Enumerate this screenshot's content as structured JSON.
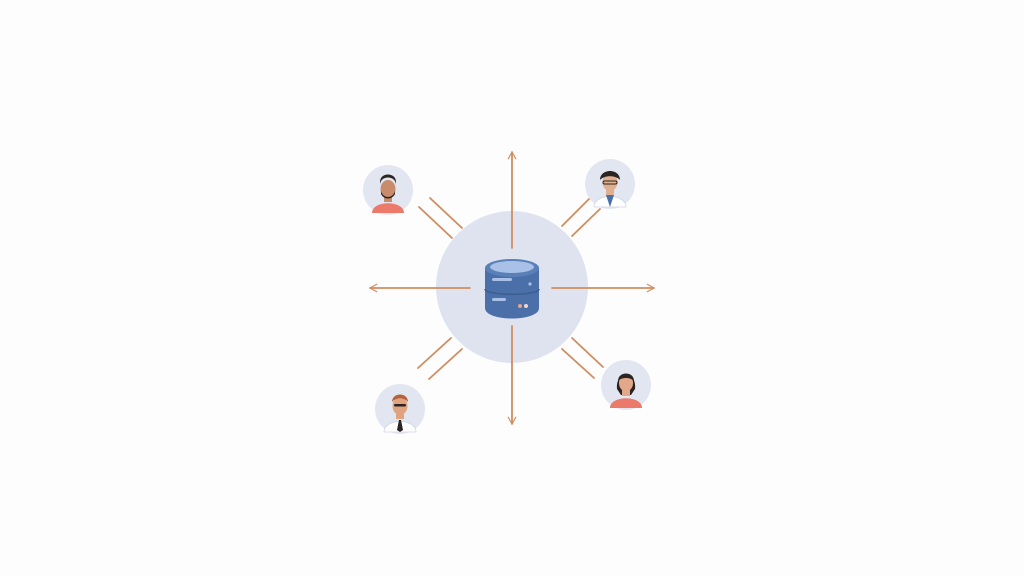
{
  "diagram": {
    "type": "hub-and-spoke",
    "hub": {
      "icon": "database-icon"
    },
    "users": [
      {
        "icon": "person-icon",
        "position": "top-left"
      },
      {
        "icon": "person-icon",
        "position": "top-right"
      },
      {
        "icon": "person-icon",
        "position": "bottom-left"
      },
      {
        "icon": "person-icon",
        "position": "bottom-right"
      }
    ],
    "arrows": {
      "count": 4,
      "directions": [
        "up",
        "down",
        "left",
        "right"
      ]
    }
  },
  "colors": {
    "background": "#fdfdfe",
    "hub_fill": "#dfe3ef",
    "database": "#4b6fa8",
    "database_highlight": "#a9c1e6",
    "arrow": "#d08d5f",
    "avatar_bg": "#e2e6f1",
    "shirt_coral": "#ec7a6b",
    "skin": "#d8a07e",
    "hair": "#2a2522"
  }
}
